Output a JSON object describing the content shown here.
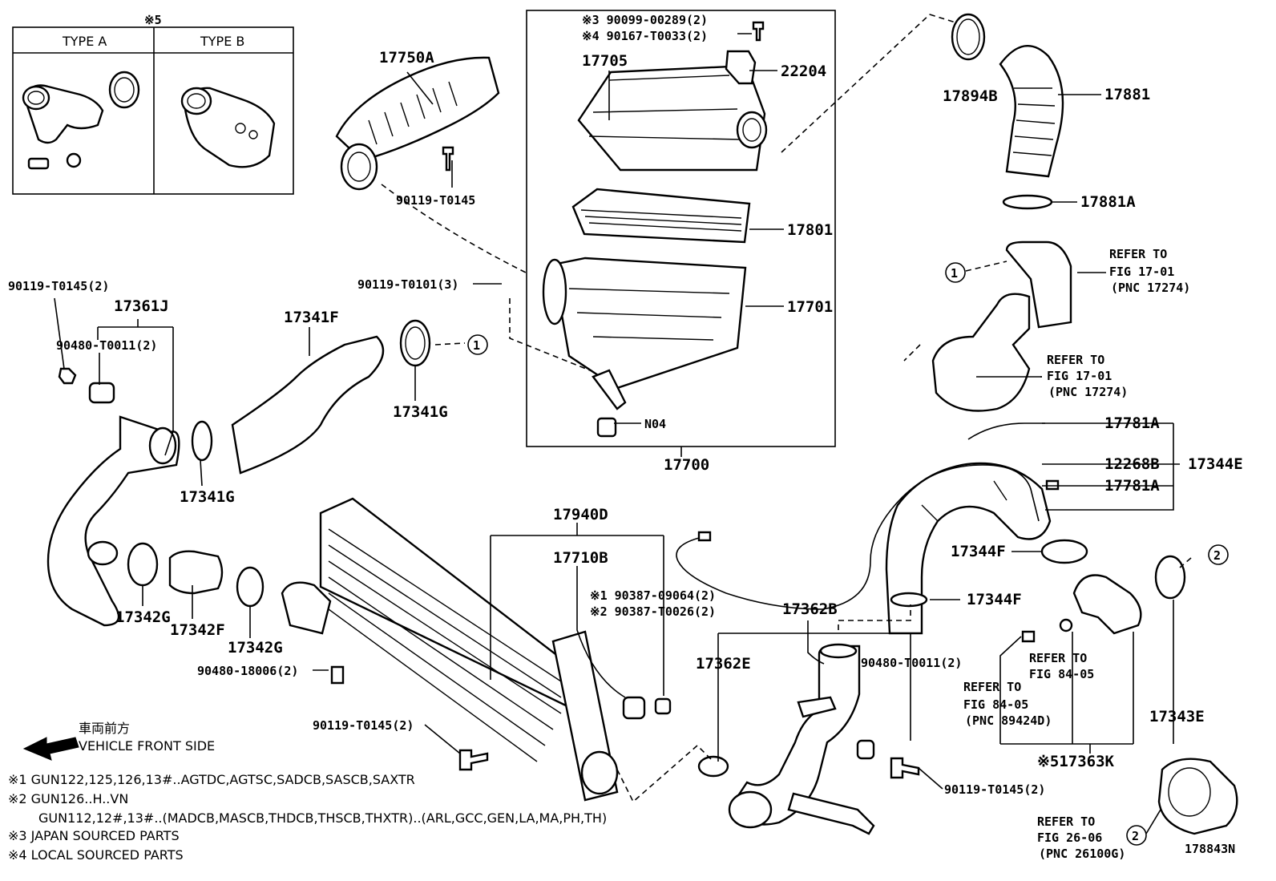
{
  "inset": {
    "marker": "※5",
    "type_a": "TYPE A",
    "type_b": "TYPE B"
  },
  "parts": {
    "p17750A": "17750A",
    "p90119T0145_top": "90119-T0145",
    "p17705": "17705",
    "p90099": "※3 90099-00289(2)",
    "p90167": "※4 90167-T0033(2)",
    "p22204": "22204",
    "p17801": "17801",
    "p90119T0101": "90119-T0101(3)",
    "p17701": "17701",
    "pN04": "N04",
    "p17700": "17700",
    "p17894B": "17894B",
    "p17881": "17881",
    "p17881A": "17881A",
    "p90119T0145_2_left": "90119-T0145(2)",
    "p17361J": "17361J",
    "p90480T0011_left": "90480-T0011(2)",
    "p17341F": "17341F",
    "p17341G_a": "17341G",
    "p17341G_b": "17341G",
    "p17342G_a": "17342G",
    "p17342F": "17342F",
    "p17342G_b": "17342G",
    "p90480_18006": "90480-18006(2)",
    "p17940D": "17940D",
    "p17710B": "17710B",
    "p90387_09064": "※1 90387-09064(2)",
    "p90387_T0026": "※2 90387-T0026(2)",
    "p90119T0145_bottom": "90119-T0145(2)",
    "p17781A_a": "17781A",
    "p12268B": "12268B",
    "p17344E": "17344E",
    "p17781A_b": "17781A",
    "p17344F_a": "17344F",
    "p17344F_b": "17344F",
    "p17362B": "17362B",
    "p17362E": "17362E",
    "p90480T0011_right": "90480-T0011(2)",
    "p90119T0145_right": "90119-T0145(2)",
    "p17343E": "17343E",
    "p17363K": "※517363K"
  },
  "refs": {
    "r1_line1": "REFER TO",
    "r1_line2": "FIG 17-01",
    "r1_line3": "(PNC 17274)",
    "r2_line1": "REFER TO",
    "r2_line2": "FIG 17-01",
    "r2_line3": "(PNC 17274)",
    "r3_line1": "REFER TO",
    "r3_line2": "FIG 84-05",
    "r4_line1": "REFER TO",
    "r4_line2": "FIG 84-05",
    "r4_line3": "(PNC 89424D)",
    "r5_line1": "REFER TO",
    "r5_line2": "FIG 26-06",
    "r5_line3": "(PNC 26100G)"
  },
  "callouts": {
    "c1_a": "1",
    "c1_b": "1",
    "c2_a": "2",
    "c2_b": "2"
  },
  "legend": {
    "direction_jp": "車両前方",
    "direction_en": "VEHICLE FRONT SIDE",
    "note1": "※1 GUN122,125,126,13#..AGTDC,AGTSC,SADCB,SASCB,SAXTR",
    "note2a": "※2 GUN126..H..VN",
    "note2b": "GUN112,12#,13#..(MADCB,MASCB,THDCB,THSCB,THXTR)..(ARL,GCC,GEN,LA,MA,PH,TH)",
    "note3": "※3 JAPAN SOURCED PARTS",
    "note4": "※4 LOCAL SOURCED PARTS"
  },
  "figure_id": "178843N"
}
